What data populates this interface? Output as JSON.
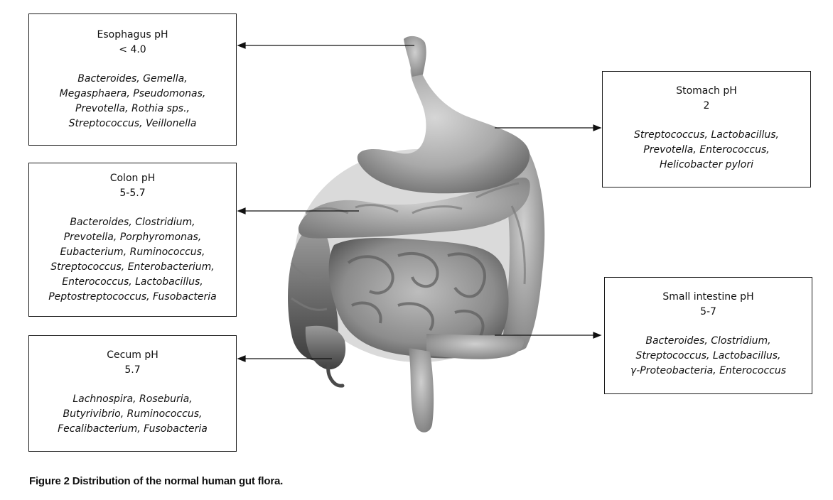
{
  "regions": {
    "esophagus": {
      "title": "Esophagus pH",
      "ph": "< 4.0",
      "lines": [
        "Bacteroides, Gemella,",
        "Megasphaera, Pseudomonas,",
        "Prevotella, Rothia sps.,",
        "Streptococcus, Veillonella"
      ]
    },
    "colon": {
      "title": "Colon pH",
      "ph": "5-5.7",
      "lines": [
        "Bacteroides, Clostridium,",
        "Prevotella, Porphyromonas,",
        "Eubacterium, Ruminococcus,",
        "Streptococcus, Enterobacterium,",
        "Enterococcus, Lactobacillus,",
        "Peptostreptococcus, Fusobacteria"
      ]
    },
    "cecum": {
      "title": "Cecum pH",
      "ph": "5.7",
      "lines": [
        "Lachnospira, Roseburia,",
        "Butyrivibrio, Ruminococcus,",
        "Fecalibacterium, Fusobacteria"
      ]
    },
    "stomach": {
      "title": "Stomach pH",
      "ph": "2",
      "lines": [
        "Streptococcus, Lactobacillus,",
        "Prevotella, Enterococcus,",
        "Helicobacter pylori"
      ]
    },
    "small_intestine": {
      "title": "Small intestine pH",
      "ph": "5-7",
      "lines": [
        "Bacteroides, Clostridium,",
        "Streptococcus, Lactobacillus,",
        "γ-Proteobacteria, Enterococcus"
      ]
    }
  },
  "caption": "Figure 2  Distribution of the normal human gut flora."
}
